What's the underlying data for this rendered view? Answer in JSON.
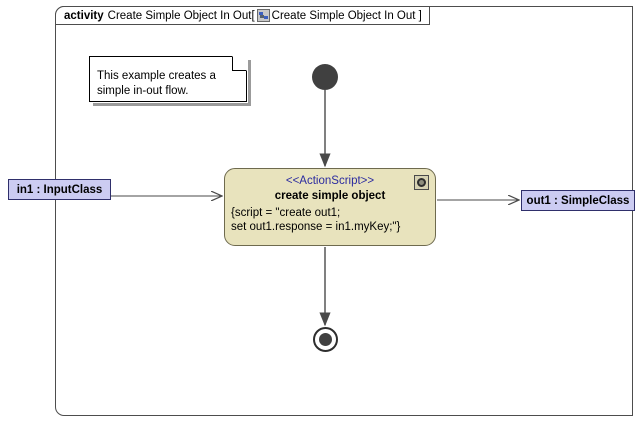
{
  "frame": {
    "keyword": "activity",
    "name": "Create Simple Object In Out[",
    "icon": "diagram-icon",
    "diagram_name": "Create Simple Object In Out ]"
  },
  "note": {
    "line1": "This example creates a",
    "line2": "simple in-out flow."
  },
  "action": {
    "stereotype": "<<ActionScript>>",
    "title": "create simple object",
    "script_line1": "{script = \"create out1;",
    "script_line2": "set out1.response = in1.myKey;\"}",
    "badge_icon": "action-behavior-icon",
    "fill_color": "#E8E3BD",
    "stereotype_color": "#2B2BA0"
  },
  "pins": {
    "input": {
      "label": "in1 : InputClass",
      "fill_color": "#CCCCF2"
    },
    "output": {
      "label": "out1 : SimpleClass",
      "fill_color": "#CCCCF2"
    }
  },
  "nodes": {
    "initial": "initial-node",
    "final": "activity-final-node"
  }
}
